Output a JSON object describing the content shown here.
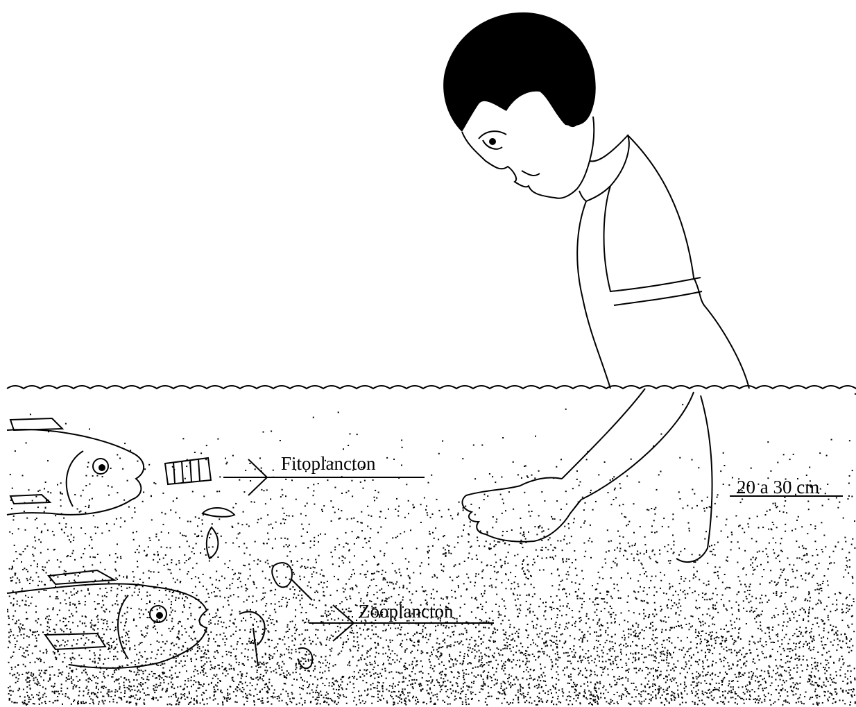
{
  "labels": {
    "phytoplankton": "Fitoplancton",
    "zooplankton": "Zooplancton",
    "depth": "20 a 30 cm"
  },
  "colors": {
    "ink": "#000000",
    "paper": "#ffffff"
  }
}
